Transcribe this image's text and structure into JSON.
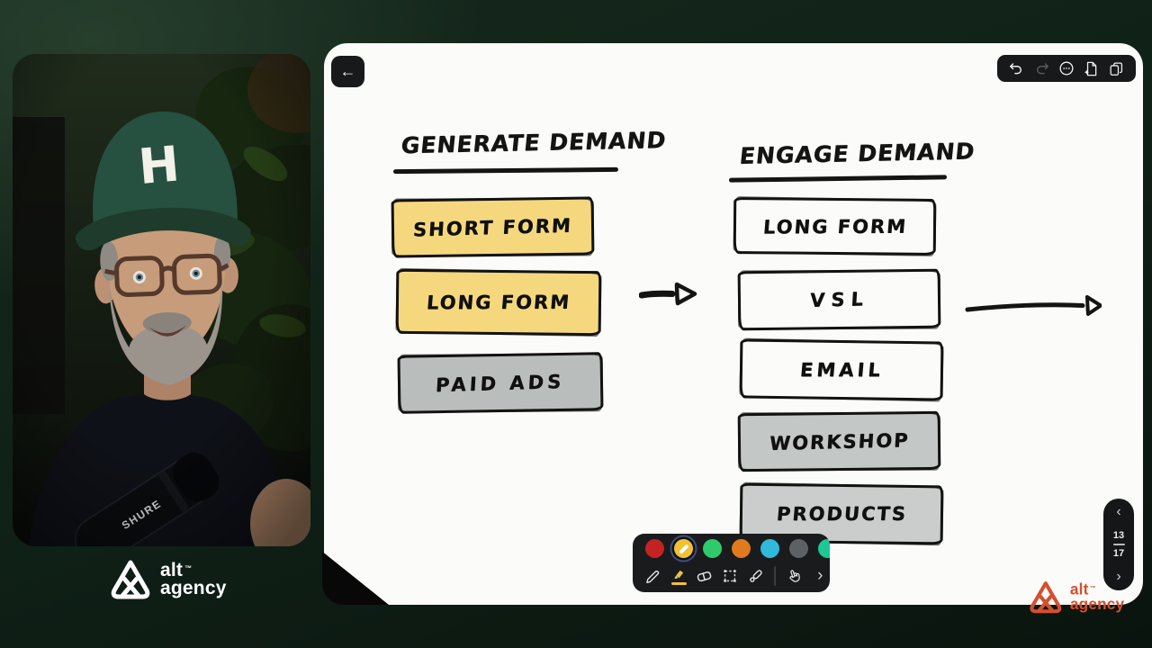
{
  "webcam": {
    "cap_letter": "H",
    "mic_brand": "SHURE"
  },
  "brand": {
    "line1": "alt",
    "tm": "™",
    "line2": "agency",
    "white": "#ffffff",
    "orange": "#d4502e"
  },
  "canvas": {
    "back_label": "←",
    "top_toolbar": {
      "buttons": [
        {
          "icon": "undo"
        },
        {
          "icon": "redo"
        },
        {
          "icon": "more-options"
        },
        {
          "icon": "new-page-sparkle"
        },
        {
          "icon": "duplicate-pages"
        }
      ]
    },
    "page_nav": {
      "prev": "‹",
      "current": "13",
      "total": "17",
      "next": "›"
    },
    "toolbar": {
      "colors": [
        {
          "name": "red",
          "hex": "#c32323",
          "selected": false
        },
        {
          "name": "yellow",
          "hex": "#f0c233",
          "selected": true
        },
        {
          "name": "green",
          "hex": "#2fcb6b",
          "selected": false
        },
        {
          "name": "orange",
          "hex": "#df7a1f",
          "selected": false
        },
        {
          "name": "cyan",
          "hex": "#2fb9da",
          "selected": false
        },
        {
          "name": "gray",
          "hex": "#5c6165",
          "selected": false
        },
        {
          "name": "teal",
          "hex": "#1ec795",
          "selected": false
        }
      ],
      "tools": [
        {
          "name": "pen",
          "selected": false
        },
        {
          "name": "highlighter",
          "selected": true
        },
        {
          "name": "eraser",
          "selected": false
        },
        {
          "name": "select",
          "selected": false
        },
        {
          "name": "laser-pointer",
          "selected": false
        },
        {
          "name": "hand",
          "selected": false
        },
        {
          "name": "more-tools",
          "selected": false
        }
      ],
      "more_label": "›"
    }
  },
  "diagram": {
    "left": {
      "title": "GENERATE DEMAND",
      "boxes": [
        {
          "label": "SHORT FORM",
          "fill": "#f5d87e"
        },
        {
          "label": "LONG FORM",
          "fill": "#f5d87e"
        },
        {
          "label": "PAID ADS",
          "fill": "#b9bdbc"
        }
      ]
    },
    "right": {
      "title": "ENGAGE DEMAND",
      "boxes": [
        {
          "label": "LONG FORM",
          "fill": "#fbfbf9"
        },
        {
          "label": "VSL",
          "fill": "#fbfbf9"
        },
        {
          "label": "EMAIL",
          "fill": "#fbfbf9"
        },
        {
          "label": "WORKSHOP",
          "fill": "#c3c7c5"
        },
        {
          "label": "PRODUCTS",
          "fill": "#cacdcb"
        }
      ]
    }
  }
}
